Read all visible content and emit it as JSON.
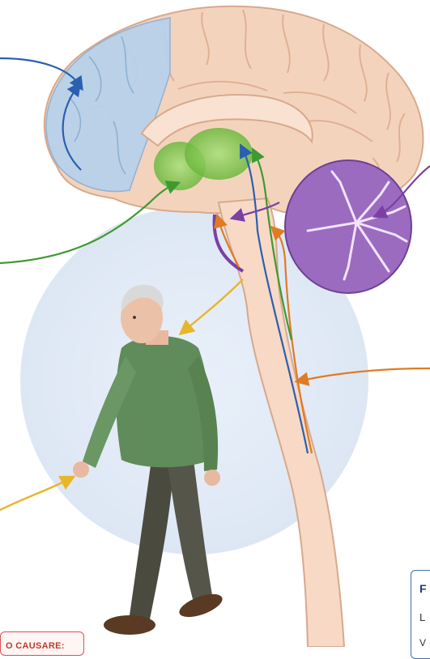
{
  "labels": {
    "red_box_text": "O CAUSARE:",
    "blue_box_line1": "F",
    "blue_box_line2": "L",
    "blue_box_line3": "V"
  },
  "colors": {
    "frontal_lobe": "#b8d1ea",
    "basal_ganglia": "#8fcf5a",
    "cerebellum": "#9b6bc0",
    "brain": "#f4d3bd",
    "blue_pathway": "#2b5fb0",
    "orange_pathway": "#e07b22",
    "green_pathway": "#3e9a2f",
    "yellow_pathway": "#e8b62a",
    "shirt": "#5f8c5a",
    "trousers": "#4a4a3e"
  },
  "icons": [
    "brain-illustration",
    "walking-man-illustration"
  ]
}
